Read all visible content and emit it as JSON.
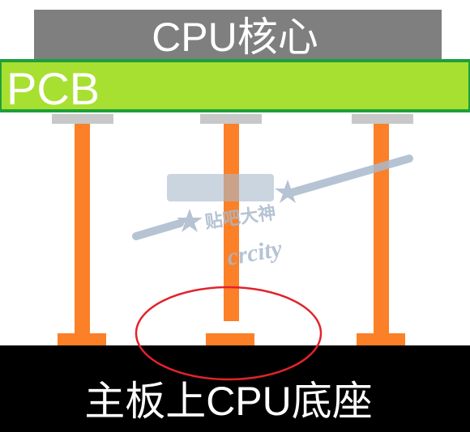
{
  "labels": {
    "cpu_core": "CPU核心",
    "pcb": "PCB",
    "socket": "主板上CPU底座"
  },
  "watermark": {
    "line1": "贴吧大神",
    "line2": "crcity"
  },
  "colors": {
    "cpu_core": "#7f7f7f",
    "pcb_fill": "#a8e032",
    "pcb_border": "#1f9f3a",
    "socket": "#000000",
    "pin": "#fb8028",
    "pad": "#c8c8c8",
    "highlight_circle": "#e2232a",
    "watermark": "#a9b9cc"
  },
  "pins": [
    {
      "name": "left-pin",
      "touches_socket": true
    },
    {
      "name": "middle-pin",
      "touches_socket": false
    },
    {
      "name": "right-pin",
      "touches_socket": true
    }
  ]
}
